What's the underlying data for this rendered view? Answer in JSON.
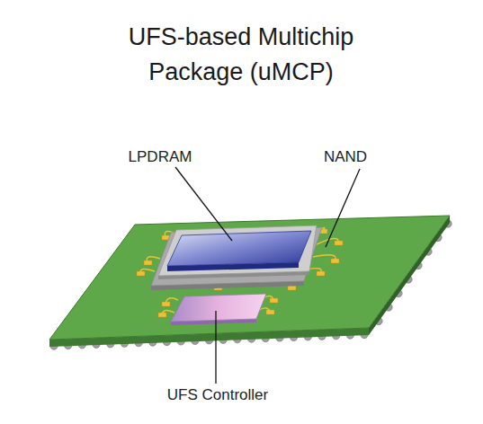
{
  "diagram": {
    "title": "UFS-based Multichip Package (uMCP)",
    "labels": [
      "LPDRAM",
      "NAND",
      "UFS Controller"
    ]
  }
}
